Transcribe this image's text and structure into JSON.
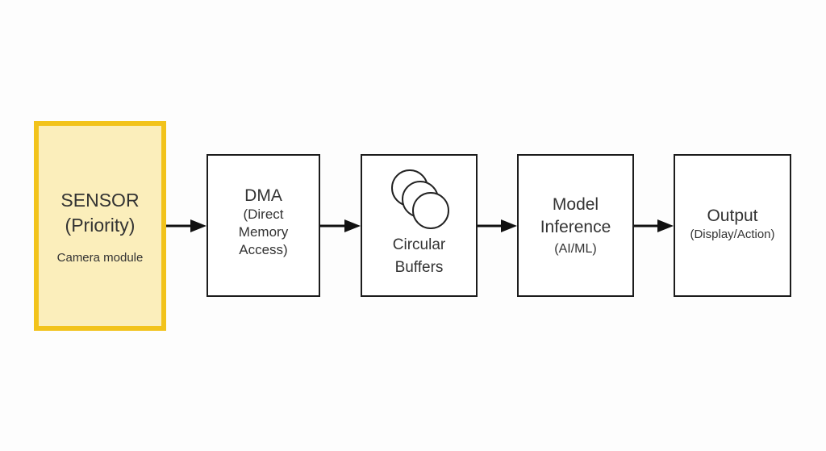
{
  "diagram": {
    "nodes": [
      {
        "id": "sensor",
        "title_line1": "SENSOR",
        "title_line2": "(Priority)",
        "subtitle": "Camera module",
        "highlight_color": "#f2c31b",
        "fill_color": "#fbeebb"
      },
      {
        "id": "dma",
        "title": "DMA",
        "line2": "(Direct",
        "line3": "Memory",
        "line4": "Access)"
      },
      {
        "id": "buffers",
        "icon": "stacked-circles-icon",
        "line1": "Circular",
        "line2": "Buffers"
      },
      {
        "id": "inference",
        "line1": "Model",
        "line2": "Inference",
        "line3": "(AI/ML)"
      },
      {
        "id": "output",
        "title": "Output",
        "subtitle": "(Display/Action)"
      }
    ],
    "edges": [
      {
        "from": "sensor",
        "to": "dma"
      },
      {
        "from": "dma",
        "to": "buffers"
      },
      {
        "from": "buffers",
        "to": "inference"
      },
      {
        "from": "inference",
        "to": "output"
      }
    ]
  }
}
